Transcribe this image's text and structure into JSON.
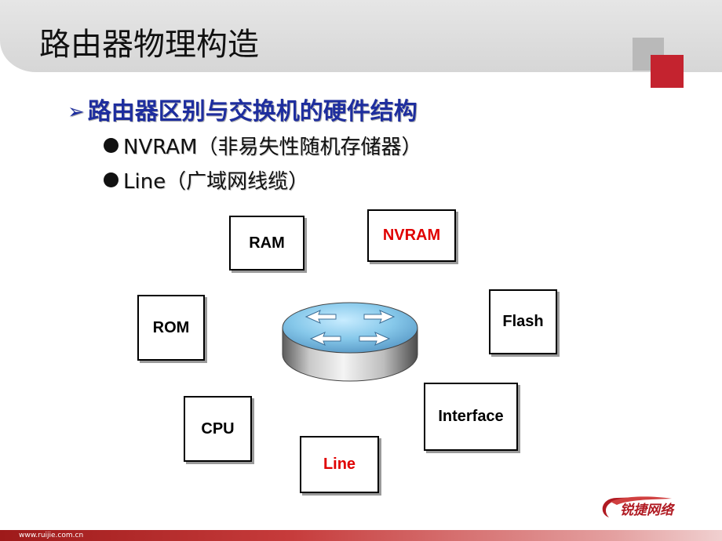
{
  "slide": {
    "title": "路由器物理构造",
    "main_bullet": "路由器区别与交换机的硬件结构",
    "sub_items": [
      "NVRAM（非易失性随机存储器）",
      "Line（广域网线缆）"
    ]
  },
  "diagram": {
    "center_icon": "router-icon",
    "components": [
      {
        "id": "ram",
        "label": "RAM",
        "highlight": false
      },
      {
        "id": "nvram",
        "label": "NVRAM",
        "highlight": true
      },
      {
        "id": "rom",
        "label": "ROM",
        "highlight": false
      },
      {
        "id": "flash",
        "label": "Flash",
        "highlight": false
      },
      {
        "id": "interface",
        "label": "Interface",
        "highlight": false
      },
      {
        "id": "cpu",
        "label": "CPU",
        "highlight": false
      },
      {
        "id": "line",
        "label": "Line",
        "highlight": true
      }
    ]
  },
  "footer": {
    "url": "www.ruijie.com.cn",
    "logo_text": "锐捷网络"
  },
  "colors": {
    "title_band": "#dcdcdc",
    "bullet_text": "#1e2e9e",
    "highlight_text": "#e00000",
    "corner_red": "#c4232f",
    "corner_grey": "#b9b9b9",
    "footer_bar": "#b83030"
  }
}
